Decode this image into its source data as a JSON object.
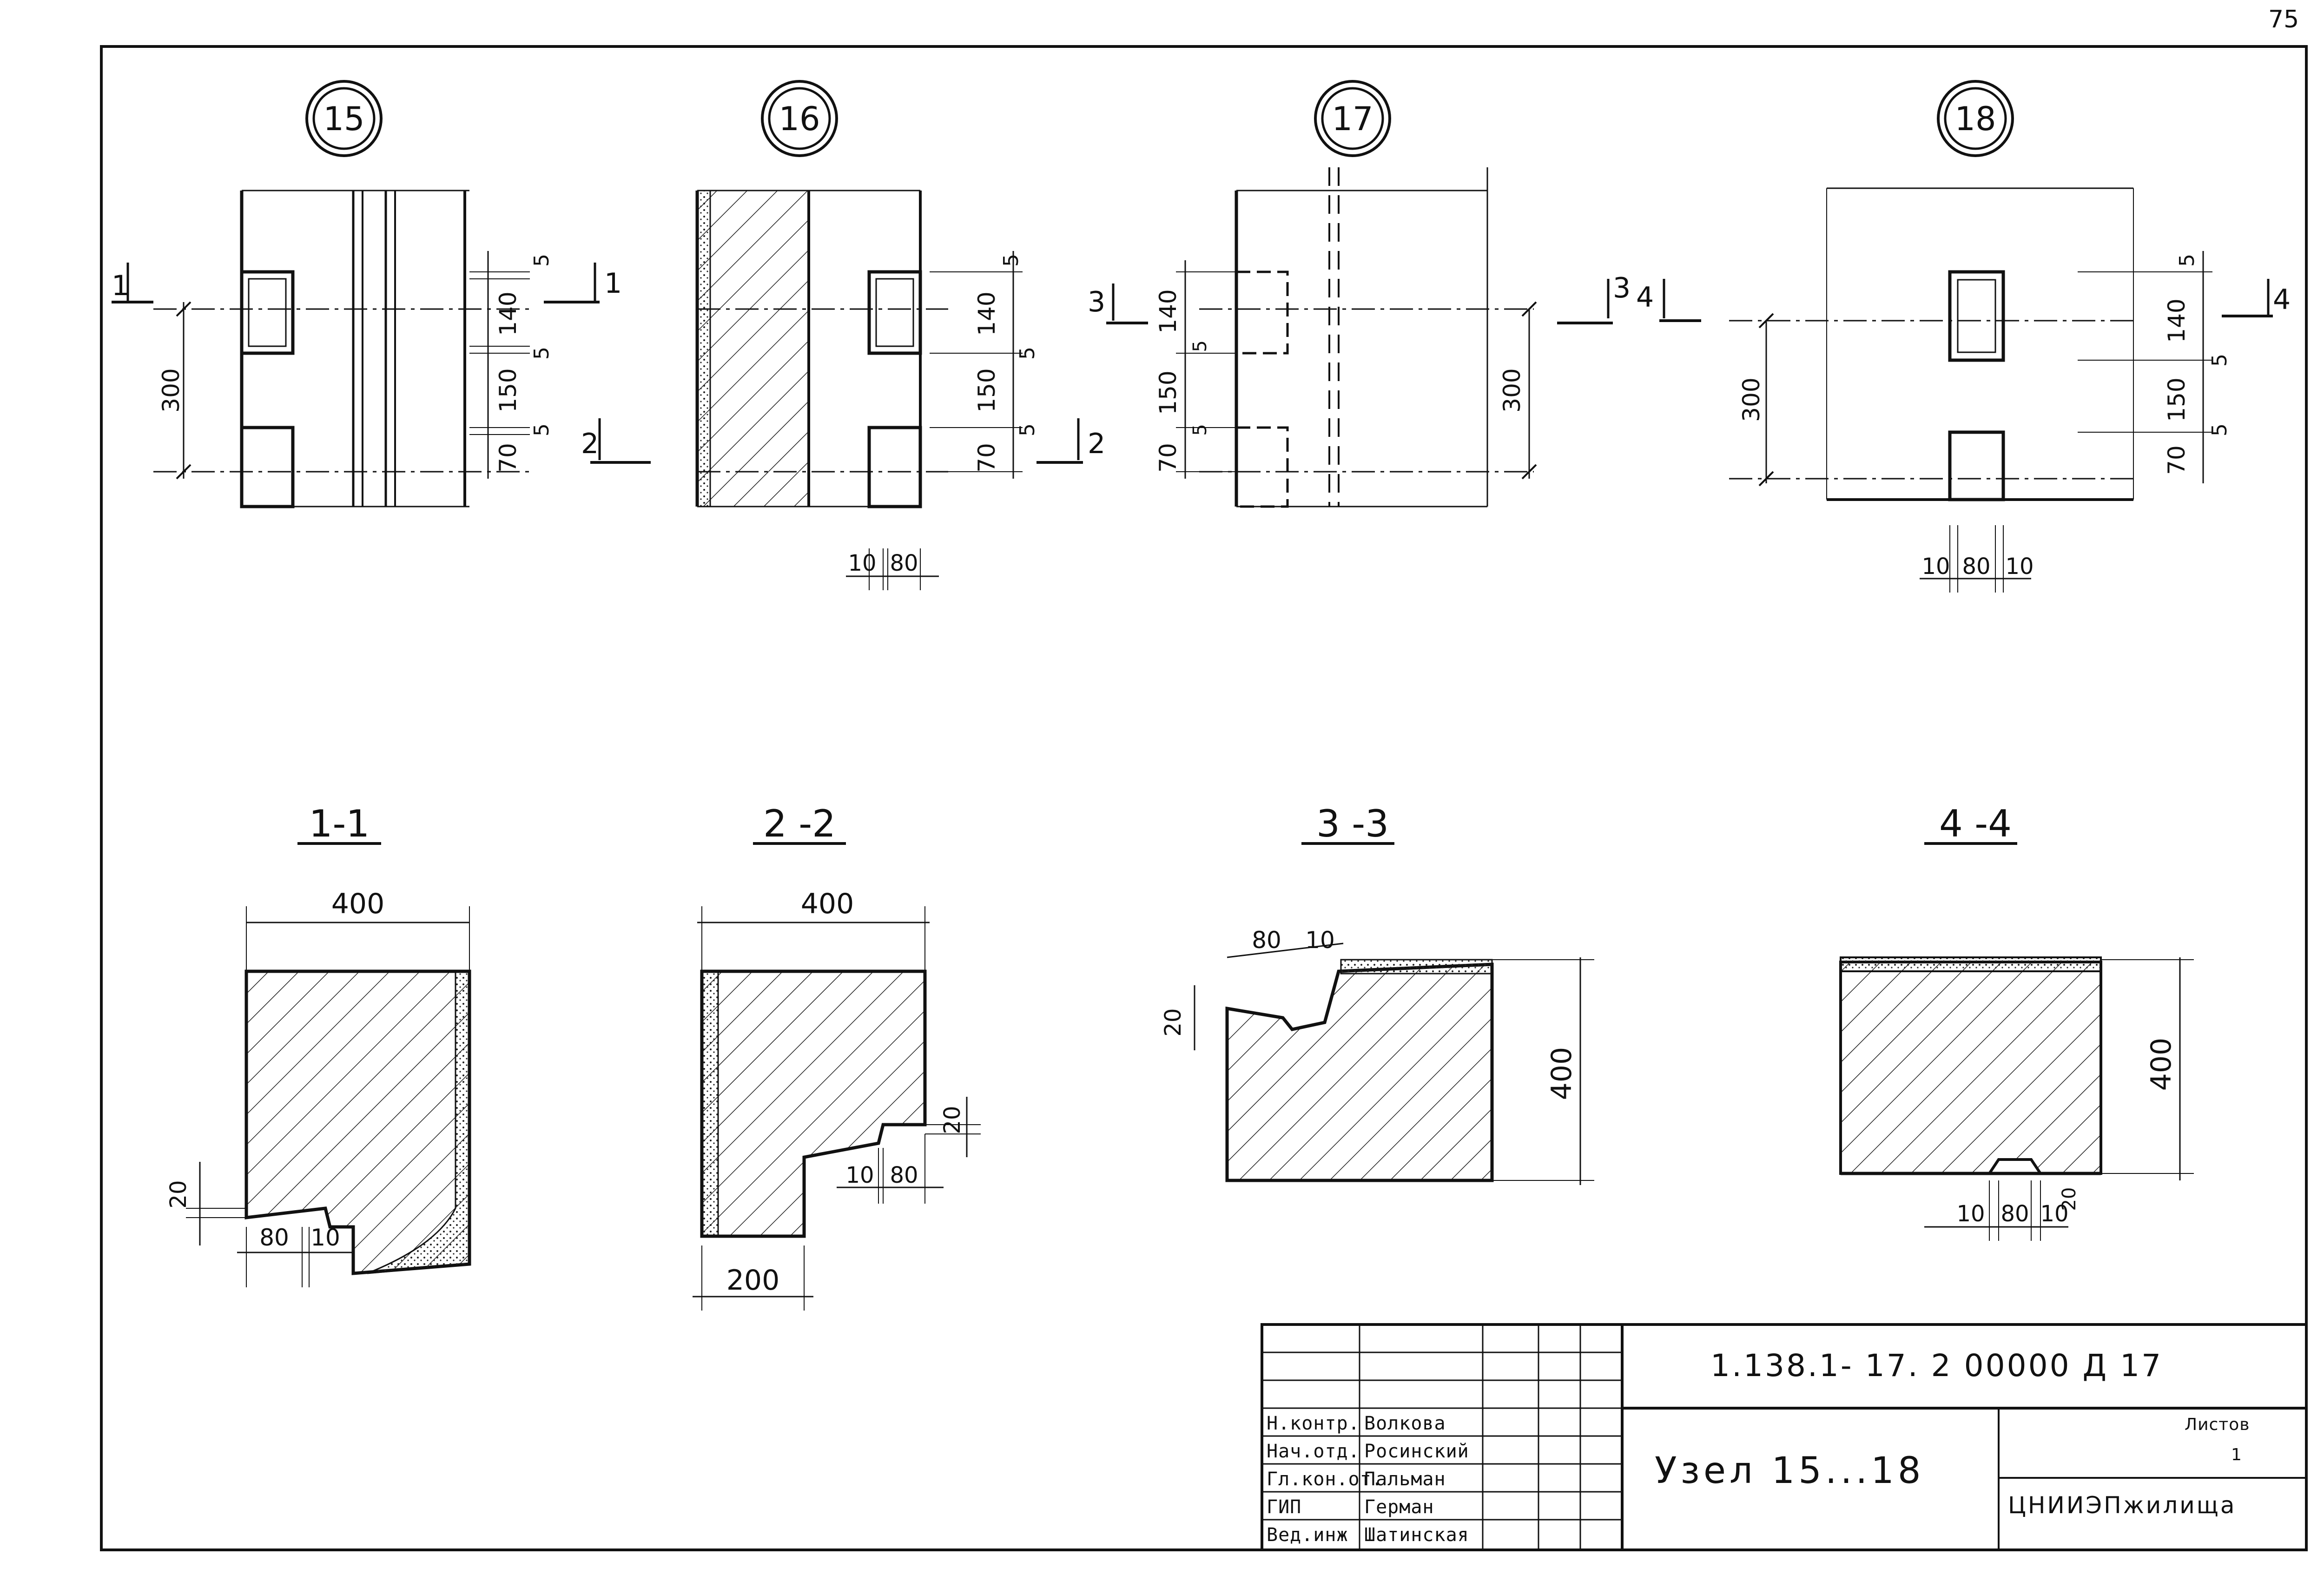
{
  "page": {
    "number": "75"
  },
  "details": [
    {
      "id": "15",
      "dims": {
        "total": "300",
        "d1": "140",
        "d2": "150",
        "d3": "70",
        "gap": "5"
      },
      "section": "1"
    },
    {
      "id": "16",
      "dims": {
        "d1": "140",
        "d2": "150",
        "d3": "70",
        "gap": "5",
        "w1": "10",
        "w2": "80"
      },
      "section": "2"
    },
    {
      "id": "17",
      "dims": {
        "total": "300",
        "d1": "140",
        "d2": "150",
        "d3": "70",
        "gap": "5"
      },
      "section": "3"
    },
    {
      "id": "18",
      "dims": {
        "total": "300",
        "d1": "140",
        "d2": "150",
        "d3": "70",
        "gap": "5",
        "w1": "10",
        "w2": "80",
        "w3": "10"
      },
      "section": "4"
    }
  ],
  "sections": [
    {
      "label": "1-1",
      "width": "400",
      "h": "20",
      "w1": "80",
      "w2": "10"
    },
    {
      "label": "2 -2",
      "width": "400",
      "h": "20",
      "w1": "10",
      "w2": "80",
      "base": "200"
    },
    {
      "label": "3 -3",
      "height": "400",
      "h": "20",
      "w1": "80",
      "w2": "10"
    },
    {
      "label": "4 -4",
      "height": "400",
      "h": "20",
      "w1": "10",
      "w2": "80",
      "w3": "10"
    }
  ],
  "title_block": {
    "code": "1.138.1- 17. 2   00000 Д 17",
    "title": "Узел 15...18",
    "sheet_label": "Листов",
    "sheet_value": "1",
    "org": "ЦНИИЭПжилища",
    "rows": [
      {
        "role": "Н.контр.",
        "name": "Волкова"
      },
      {
        "role": "Нач.отд.",
        "name": "Росинский"
      },
      {
        "role": "Гл.кон.от.",
        "name": "Пальман"
      },
      {
        "role": "ГИП",
        "name": "Герман"
      },
      {
        "role": "Вед.инж",
        "name": "Шатинская"
      }
    ]
  }
}
